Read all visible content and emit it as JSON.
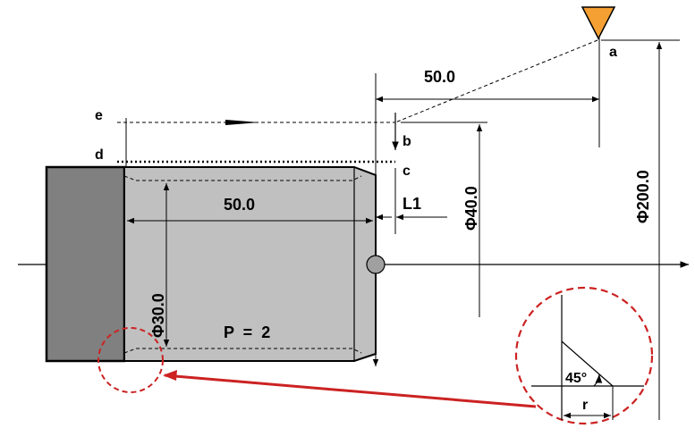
{
  "labels": {
    "point_a": "a",
    "point_b": "b",
    "point_c": "c",
    "point_d": "d",
    "point_e": "e",
    "dim_top": "50.0",
    "dim_length": "50.0",
    "l1": "L1",
    "dia_40": "Φ40.0",
    "dia_200": "Φ200.0",
    "dia_30": "Φ30.0",
    "pitch": "P  =  2",
    "angle": "45°",
    "radius": "r"
  },
  "colors": {
    "tool_marker": "#f5a033",
    "chuck": "#808080",
    "workpiece": "#c0c0c0",
    "detail_circle": "#cc2222",
    "leader": "#cc2222",
    "center_marker": "#a0a0a0"
  },
  "icons": {
    "tool": "triangle-tool-icon",
    "center": "center-point-icon"
  }
}
